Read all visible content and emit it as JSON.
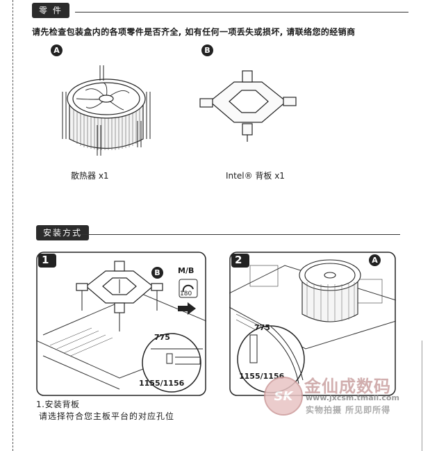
{
  "parts_section": {
    "title": "零 件",
    "instruction": "请先检查包装盒内的各项零件是否齐全, 如有任何一项丢失或损坏, 请联络您的经销商",
    "item_a": {
      "badge": "A",
      "label": "散热器 x1"
    },
    "item_b": {
      "badge": "B",
      "label": "Intel® 背板 x1"
    }
  },
  "install_section": {
    "title": "安装方式",
    "step1": {
      "number": "1",
      "badge": "B",
      "mb_label": "M/B",
      "rotate_label": "180",
      "label_775": "775",
      "label_1155": "1155/1156",
      "caption_title": "1.安装背板",
      "caption_text": "请选择符合您主板平台的对应孔位"
    },
    "step2": {
      "number": "2",
      "badge": "A",
      "label_775": "775",
      "label_1155": "1155/1156"
    }
  },
  "watermark": {
    "logo": "SK",
    "store_name": "金仙成数码",
    "url": "www.jxcsm.tmall.com",
    "slogan": "实物拍摄  所见即所得"
  }
}
